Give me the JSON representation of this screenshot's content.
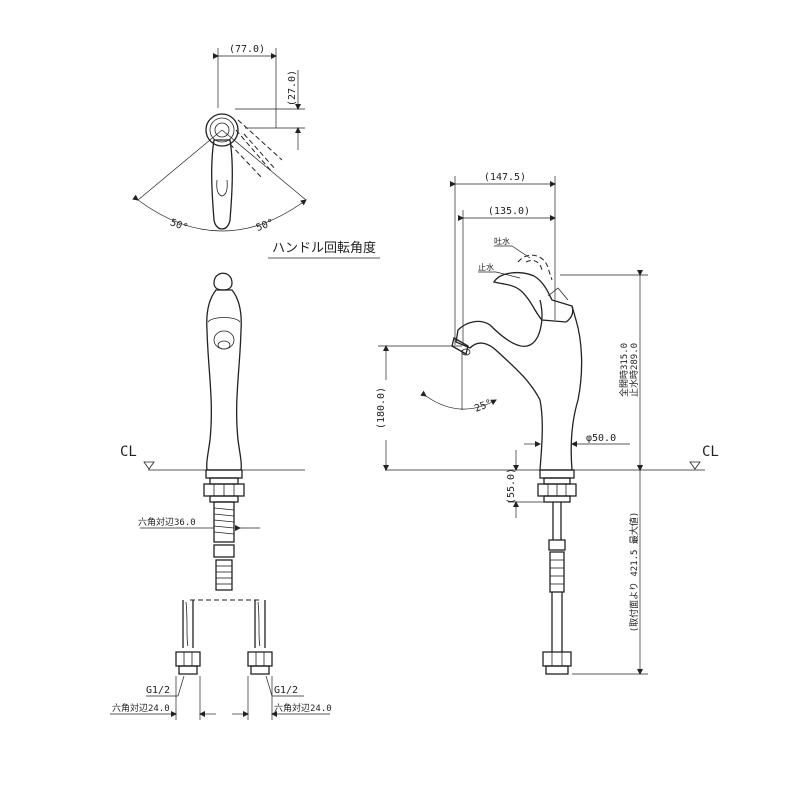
{
  "top_view": {
    "dim_width": "(77.0)",
    "dim_height": "(27.0)",
    "angle_left": "50°",
    "angle_right": "50°",
    "caption": "ハンドル回転角度"
  },
  "front_view": {
    "cl_label": "CL",
    "hex_nut_main": "六角対辺36.0",
    "thread_left": "G1/2",
    "thread_right": "G1/2",
    "hex_nut_left": "六角対辺24.0",
    "hex_nut_right": "六角対辺24.0"
  },
  "side_view": {
    "dim_total_reach": "(147.5)",
    "dim_spout_reach": "(135.0)",
    "label_discharge": "吐水",
    "label_stop": "止水",
    "dim_height_open": "全開時315.0",
    "dim_height_closed": "止水時289.0",
    "dim_spout_height": "(180.0)",
    "angle_spout": "25°",
    "dim_body_diameter": "φ50.0",
    "cl_label": "CL",
    "dim_under_counter": "(55.0)",
    "dim_hose_length": "(取付面より 421.5 最大値)"
  }
}
